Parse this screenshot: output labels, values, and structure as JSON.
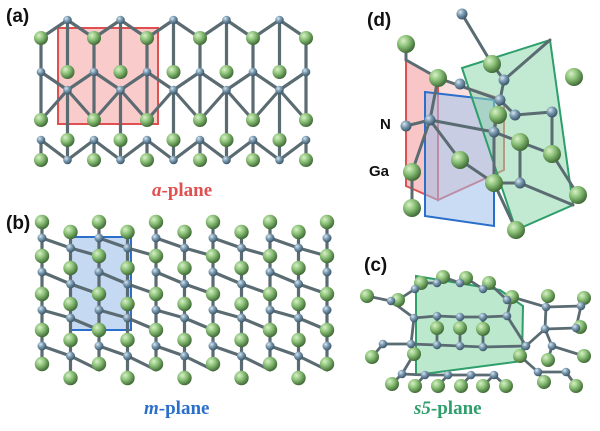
{
  "panels": {
    "a": {
      "label": "(a)",
      "caption_italic": "a",
      "caption_rest": "-plane",
      "color": "#e05050",
      "fill": "#f4a0a0"
    },
    "b": {
      "label": "(b)",
      "caption_italic": "m",
      "caption_rest": "-plane",
      "color": "#2a6fc9",
      "fill": "#9ebfe9"
    },
    "c": {
      "label": "(c)",
      "caption_italic": "s5",
      "caption_rest": "-plane",
      "color": "#2e9e6a",
      "fill": "#8fd8ae"
    },
    "d": {
      "label": "(d)"
    }
  },
  "atom_labels": {
    "n": "N",
    "ga": "Ga"
  },
  "colors": {
    "ga_atom": "#7fb86a",
    "n_atom": "#6f8fa6",
    "bond": "#5a6b72"
  }
}
